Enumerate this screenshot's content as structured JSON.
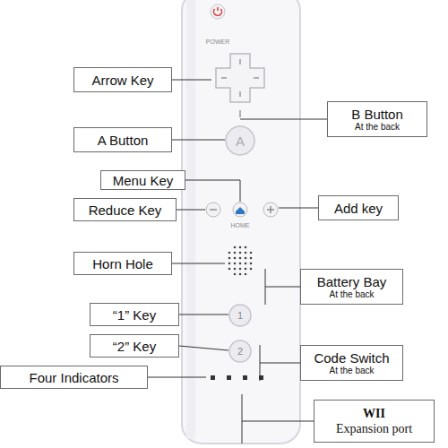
{
  "diagram": {
    "nodes": [
      {
        "text": [
          "Arrow Key"
        ]
      },
      {
        "text": [
          "B Button",
          "At the back"
        ]
      },
      {
        "text": [
          "A Button"
        ]
      },
      {
        "text": [
          "Menu Key"
        ]
      },
      {
        "text": [
          "Reduce Key"
        ]
      },
      {
        "text": [
          "Add key"
        ]
      },
      {
        "text": [
          "Horn Hole"
        ]
      },
      {
        "text": [
          "Battery Bay",
          "At the back"
        ]
      },
      {
        "text": [
          "“1” Key"
        ]
      },
      {
        "text": [
          "“2” Key"
        ]
      },
      {
        "text": [
          "Code Switch",
          "At the back"
        ]
      },
      {
        "text": [
          "Four Indicators"
        ]
      },
      {
        "text": [
          "WII",
          "Expansion port"
        ]
      }
    ],
    "labels": [
      "POWER",
      "A",
      "HOME",
      "1",
      "2"
    ]
  }
}
